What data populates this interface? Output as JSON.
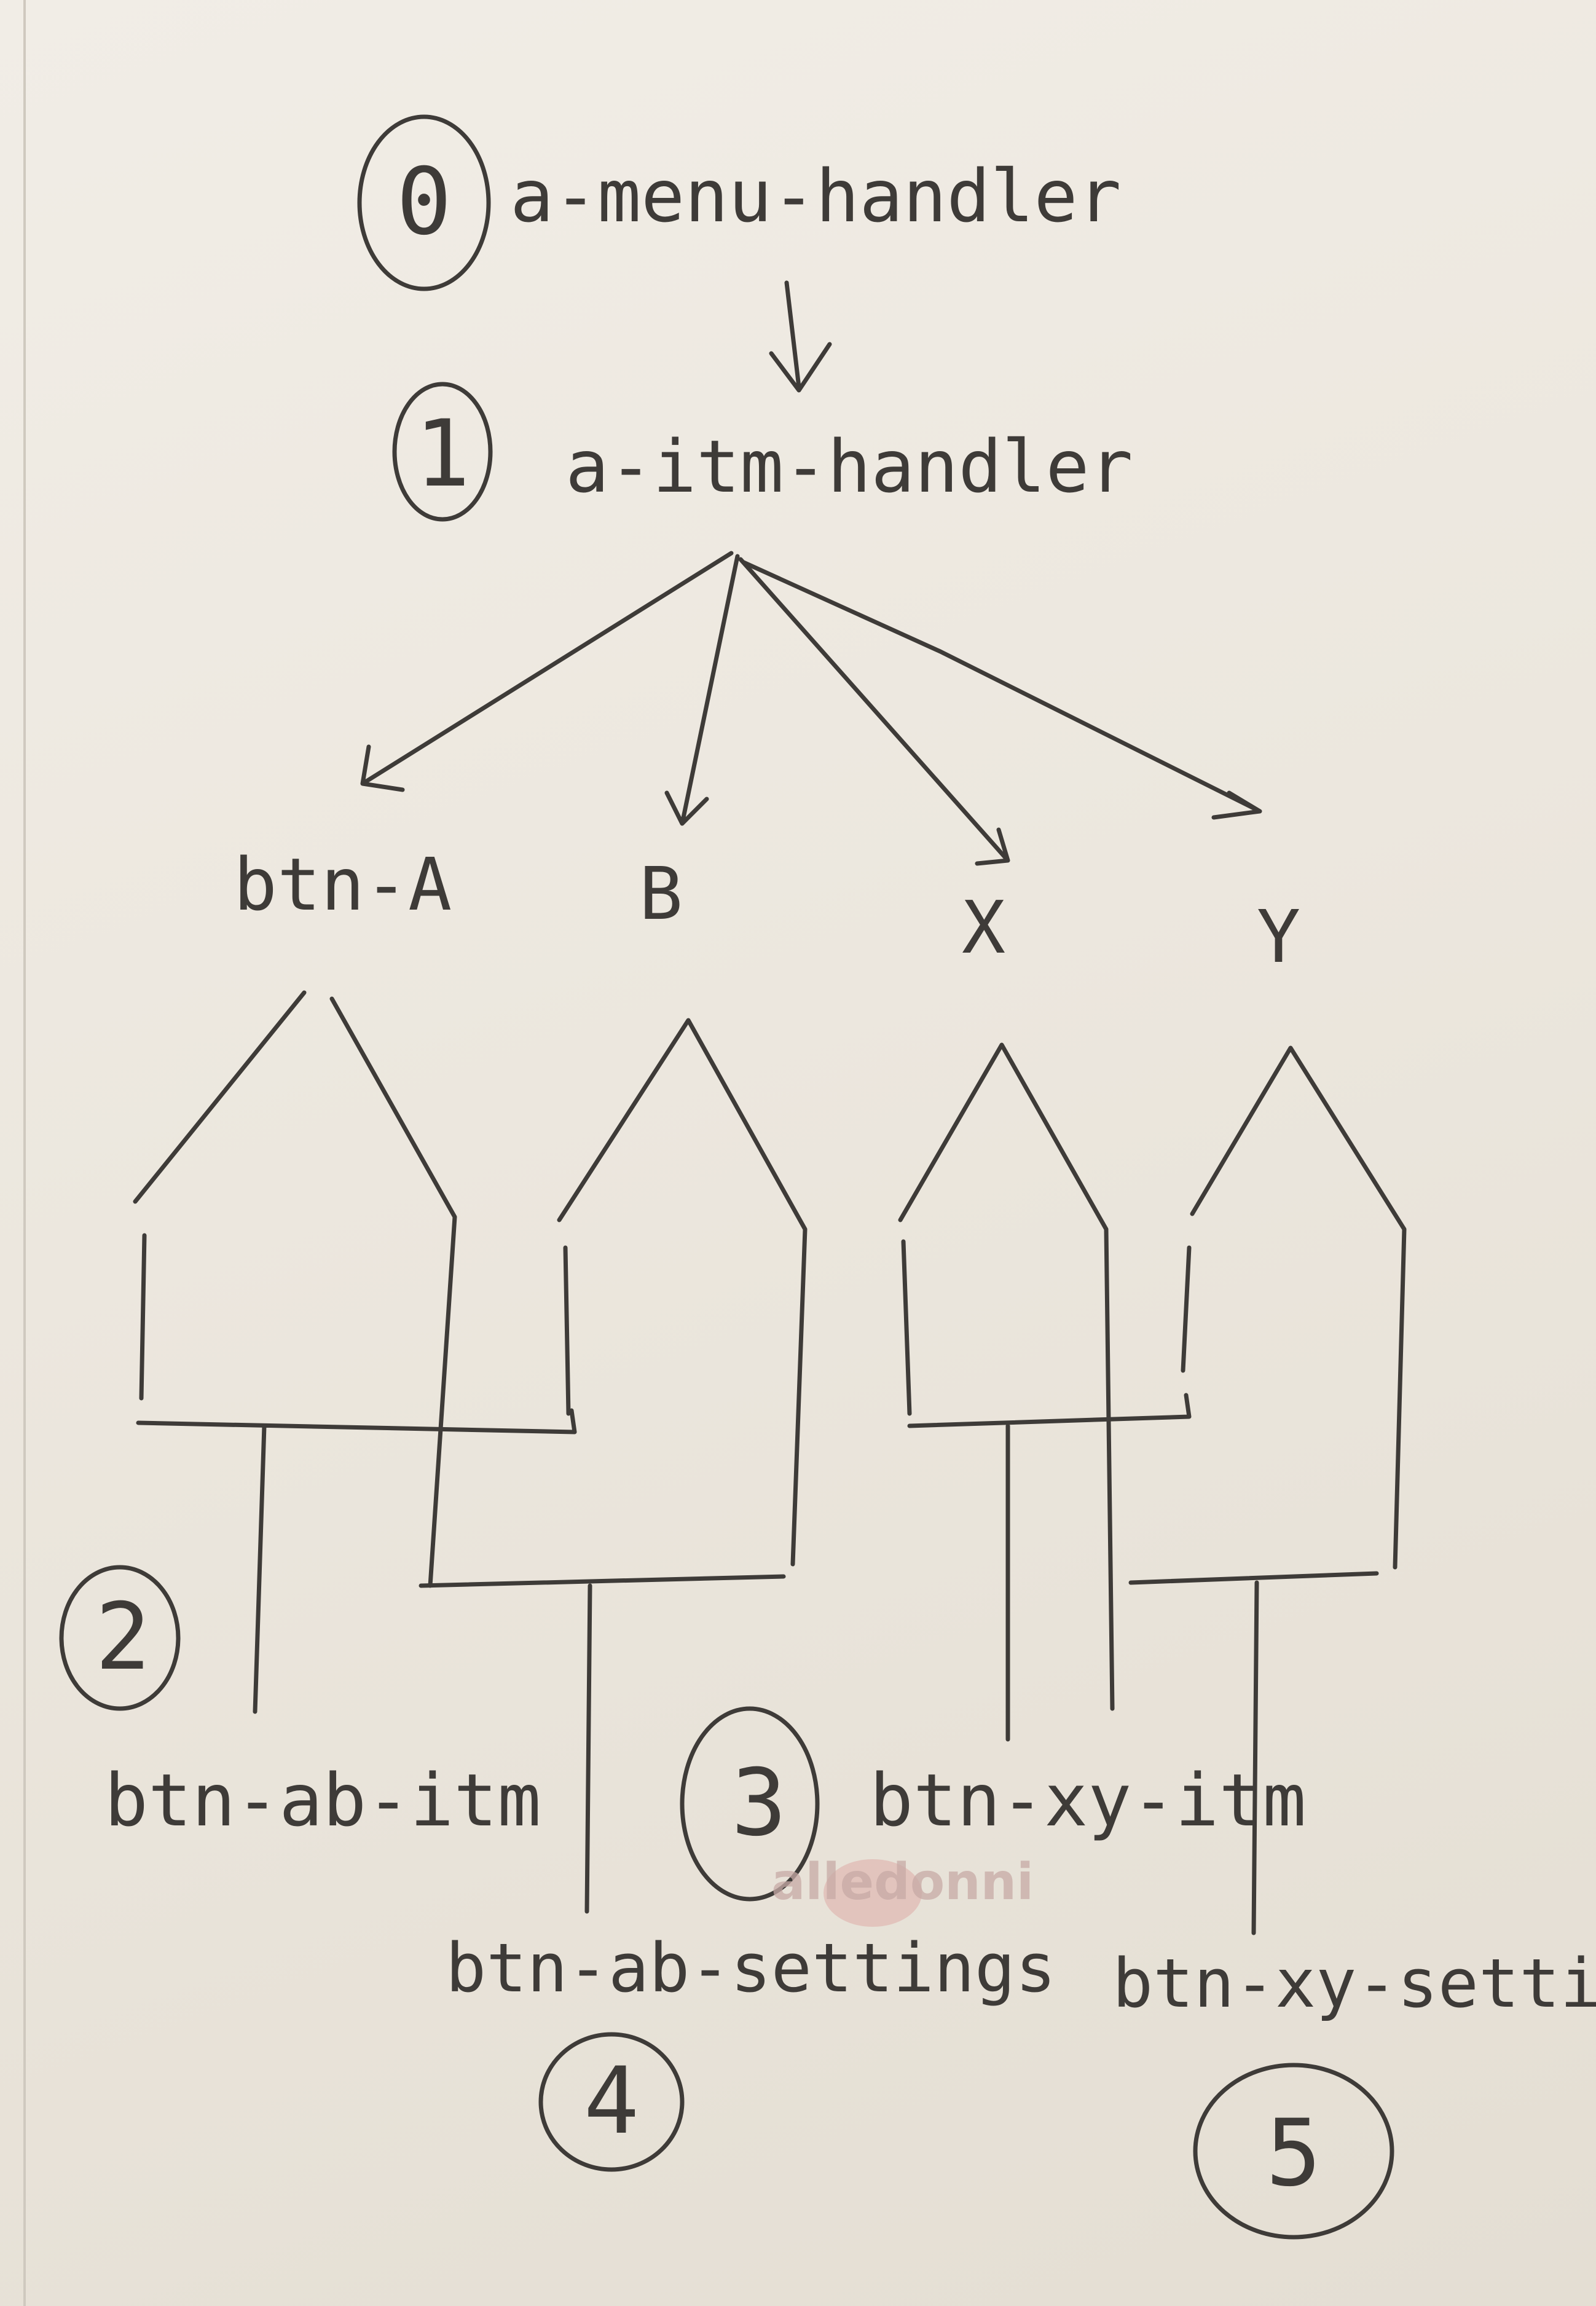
{
  "nodes": {
    "root": {
      "number": "0",
      "label": "a-menu-handler"
    },
    "item_handler": {
      "number": "1",
      "label": "a-itm-handler"
    },
    "children": [
      "btn-A",
      "B",
      "X",
      "Y"
    ]
  },
  "outputs": {
    "ab_itm": {
      "number": "2",
      "label": "btn-ab-itm"
    },
    "xy_itm": {
      "number": "3",
      "label": "btn-xy-itm"
    },
    "ab_settings": {
      "number": "4",
      "label": "btn-ab-settings"
    },
    "xy_settings": {
      "number": "5",
      "label": "btn-xy-settings"
    }
  },
  "watermark": "alledonni",
  "colors": {
    "ink": "#3e3b38",
    "paper": "#efebe4"
  }
}
